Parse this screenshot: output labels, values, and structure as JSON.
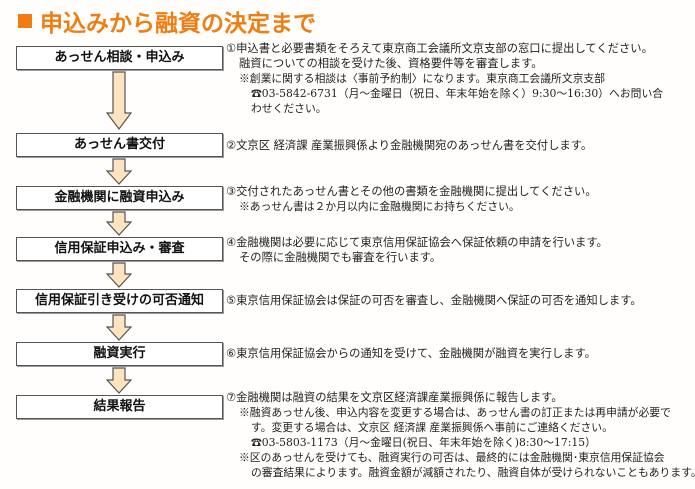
{
  "title": "申込みから融資の決定まで",
  "steps": [
    {
      "label": "あっせん相談・申込み",
      "lines": [
        "①申込書と必要書類をそろえて東京商工会議所文京支部の窓口に提出してください。",
        "融資についての相談を受けた後、資格要件等を審査します。"
      ],
      "notes": [
        "※創業に関する相談は〈事前予約制〉になります。東京商工会議所文京支部",
        "☎03-5842-6731（月～金曜日（祝日、年末年始を除く）9:30～16:30）へお問い合",
        "わせください。"
      ]
    },
    {
      "label": "あっせん書交付",
      "lines": [
        "②文京区 経済課 産業振興係より金融機関宛のあっせん書を交付します。"
      ]
    },
    {
      "label": "金融機関に融資申込み",
      "lines": [
        "③交付されたあっせん書とその他の書類を金融機関に提出してください。"
      ],
      "notes": [
        "※あっせん書は２か月以内に金融機関にお持ちください。"
      ]
    },
    {
      "label": "信用保証申込み・審査",
      "lines": [
        "④金融機関は必要に応じて東京信用保証協会へ保証依頼の申請を行います。",
        "その際に金融機関でも審査を行います。"
      ]
    },
    {
      "label": "信用保証引き受けの可否通知",
      "lines": [
        "⑤東京信用保証協会は保証の可否を審査し、金融機関へ保証の可否を通知します。"
      ]
    },
    {
      "label": "融資実行",
      "lines": [
        "⑥東京信用保証協会からの通知を受けて、金融機関が融資を実行します。"
      ]
    },
    {
      "label": "結果報告",
      "lines": [
        "⑦金融機関は融資の結果を文京区経済課産業振興係に報告します。"
      ],
      "notes": [
        "※融資あっせん後、申込内容を変更する場合は、あっせん書の訂正または再申請が必要で",
        "す。変更する場合は、文京区 経済課 産業振興係へ事前にご連絡ください。",
        "☎03-5803-1173（月～金曜日(祝日、年末年始を除く)8:30～17:15）",
        "※区のあっせんを受けても、融資実行の可否は、最終的には金融機関･東京信用保証協会",
        "の審査結果によります。融資金額が減額されたり、融資自体が受けられないこともあります。"
      ]
    }
  ],
  "colors": {
    "accent": "#f07d12",
    "arrow_fill": "#fde3c0"
  }
}
